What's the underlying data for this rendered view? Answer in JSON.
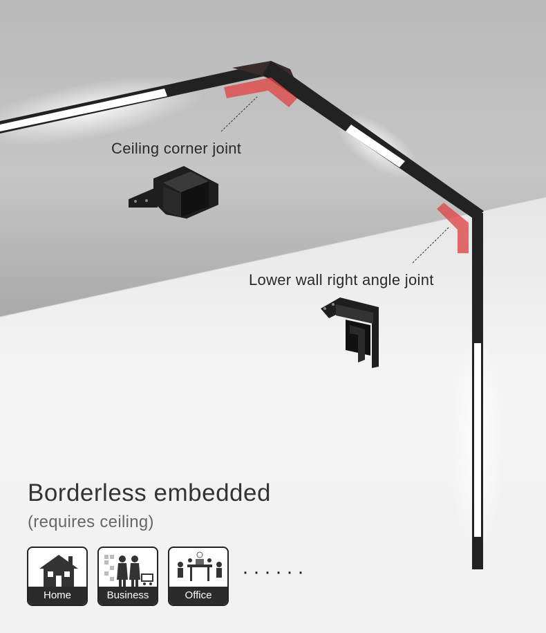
{
  "callouts": {
    "ceiling_corner_joint": "Ceiling corner joint",
    "lower_wall_joint": "Lower wall right angle joint"
  },
  "headline": {
    "title": "Borderless embedded",
    "subtitle": "(requires ceiling)"
  },
  "applications": [
    {
      "label": "Home",
      "icon": "house-icon"
    },
    {
      "label": "Business",
      "icon": "shopping-icon"
    },
    {
      "label": "Office",
      "icon": "office-icon"
    }
  ],
  "more_indicator": "······",
  "colors": {
    "track": "#222222",
    "highlight": "#e04848",
    "ceiling": "#bdbdbd",
    "wall": "#f2f2f2"
  }
}
